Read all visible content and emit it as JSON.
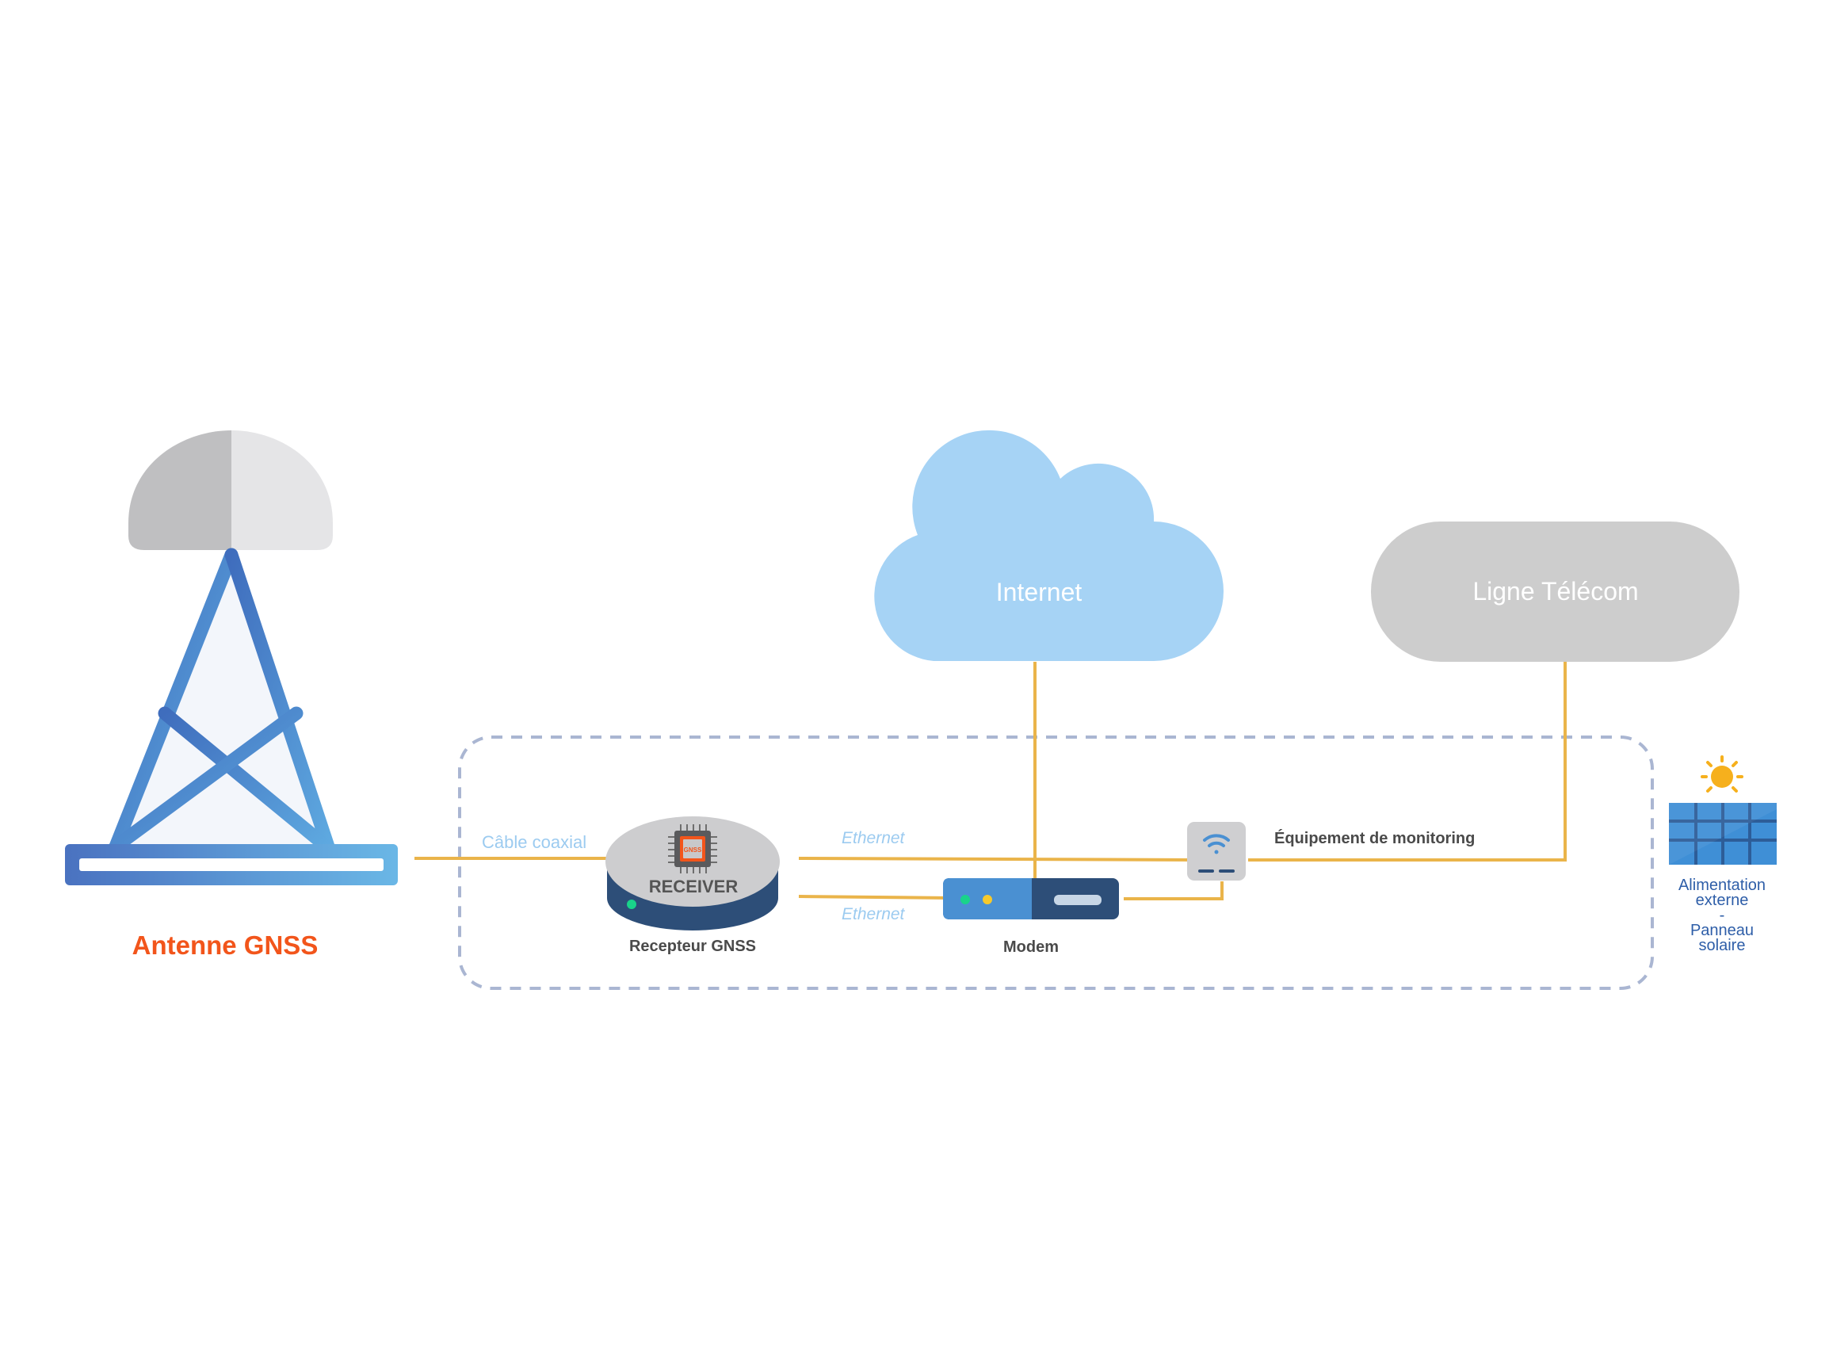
{
  "labels": {
    "internet": "Internet",
    "telecom": "Ligne Télécom",
    "antenna": "Antenne GNSS",
    "cable_coax": "Câble coaxial",
    "ethernet_top": "Ethernet",
    "ethernet_bottom": "Ethernet",
    "monitoring": "Équipement de monitoring",
    "receiver_device": "RECEIVER",
    "receiver_chip": "GNSS",
    "receiver": "Recepteur GNSS",
    "modem": "Modem",
    "power_line1": "Alimentation",
    "power_line2": "externe",
    "power_line3": "-",
    "power_line4": "Panneau",
    "power_line5": "solaire"
  },
  "colors": {
    "link": "#eab44a",
    "cloud": "#a6d3f5",
    "telecom": "#cdcdcd",
    "antenna_label": "#f2551b",
    "ethernet_label": "#9ccbf0",
    "device_label": "#4a4a4a",
    "power_label": "#2e5ea8",
    "tower_start": "#4a72c0",
    "tower_end": "#6ab7e6",
    "zone_border": "#aab6d2",
    "modem_dark": "#2d4e78",
    "modem_light": "#4a90d2",
    "solar": "#3f8fd6",
    "sun": "#f6b01d"
  },
  "icons": [
    "gnss-antenna-tower",
    "internet-cloud",
    "telecom-line",
    "gnss-receiver",
    "chip-icon",
    "modem",
    "wifi-icon",
    "solar-panel-icon",
    "sun-icon"
  ]
}
